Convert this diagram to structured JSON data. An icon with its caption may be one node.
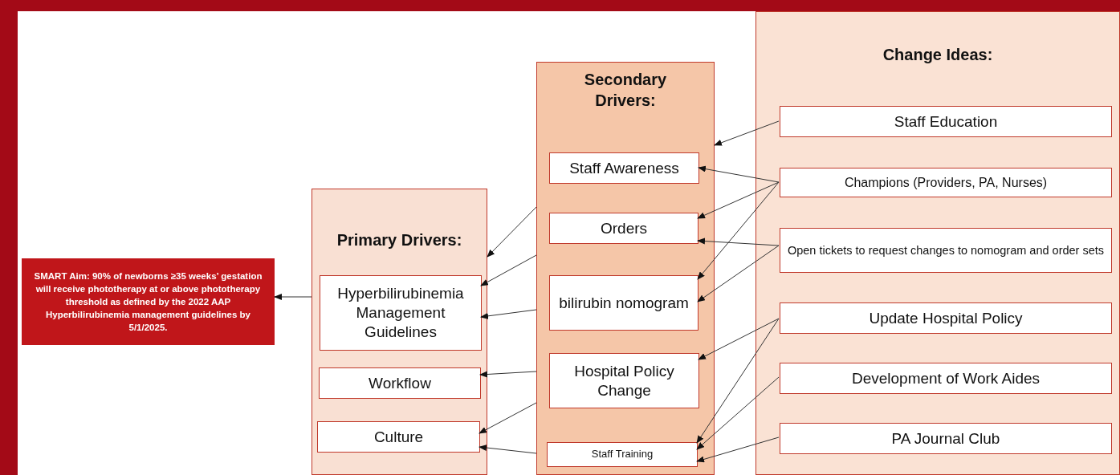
{
  "diagram": {
    "nodes": [
      {
        "text": [
          "SMART Aim: 90% of newborns ≥35 weeks’ gestation will receive phototherapy at or above phototherapy threshold as defined by the 2022 AAP Hyperbilirubinemia management guidelines by 5/1/2025."
        ]
      },
      {
        "text": [
          "Primary Drivers:"
        ]
      },
      {
        "text": [
          "Hyperbilirubinemia Management Guidelines"
        ],
        "in": 1
      },
      {
        "text": [
          "Workflow"
        ],
        "in": 1
      },
      {
        "text": [
          "Culture"
        ],
        "in": 1
      },
      {
        "text": [
          "Secondary Drivers:"
        ]
      },
      {
        "text": [
          "Staff Awareness"
        ],
        "in": 5
      },
      {
        "text": [
          "Orders"
        ],
        "in": 5
      },
      {
        "text": [
          "bilirubin nomogram"
        ],
        "in": 5
      },
      {
        "text": [
          "Hospital Policy Change"
        ],
        "in": 5
      },
      {
        "text": [
          "Staff Training"
        ],
        "in": 5
      },
      {
        "text": [
          "Change Ideas:"
        ]
      },
      {
        "text": [
          "Staff Education"
        ],
        "in": 11
      },
      {
        "text": [
          "Champions (Providers, PA, Nurses)"
        ],
        "in": 11
      },
      {
        "text": [
          "Open tickets to request changes to nomogram and order sets"
        ],
        "in": 11
      },
      {
        "text": [
          "Update Hospital Policy"
        ],
        "in": 11
      },
      {
        "text": [
          "Development of Work Aides"
        ],
        "in": 11
      },
      {
        "text": [
          "PA Journal Club"
        ],
        "in": 11
      }
    ],
    "edges": [
      {
        "from": 1,
        "to": 0,
        "arrow": "to"
      },
      {
        "from": 5,
        "to": 1,
        "arrow": "to"
      },
      {
        "from": 5,
        "to": 2,
        "arrow": "to"
      },
      {
        "from": 5,
        "to": 2,
        "arrow": "to"
      },
      {
        "from": 5,
        "to": 3,
        "arrow": "to"
      },
      {
        "from": 5,
        "to": 4,
        "arrow": "to"
      },
      {
        "from": 5,
        "to": 4,
        "arrow": "to"
      },
      {
        "from": 12,
        "to": 5,
        "arrow": "to"
      },
      {
        "from": 13,
        "to": 6,
        "arrow": "to"
      },
      {
        "from": 13,
        "to": 7,
        "arrow": "to"
      },
      {
        "from": 13,
        "to": 8,
        "arrow": "to"
      },
      {
        "from": 14,
        "to": 7,
        "arrow": "to"
      },
      {
        "from": 14,
        "to": 8,
        "arrow": "to"
      },
      {
        "from": 15,
        "to": 9,
        "arrow": "to"
      },
      {
        "from": 15,
        "to": 10,
        "arrow": "to"
      },
      {
        "from": 16,
        "to": 10,
        "arrow": "to"
      },
      {
        "from": 17,
        "to": 10,
        "arrow": "to"
      }
    ]
  }
}
